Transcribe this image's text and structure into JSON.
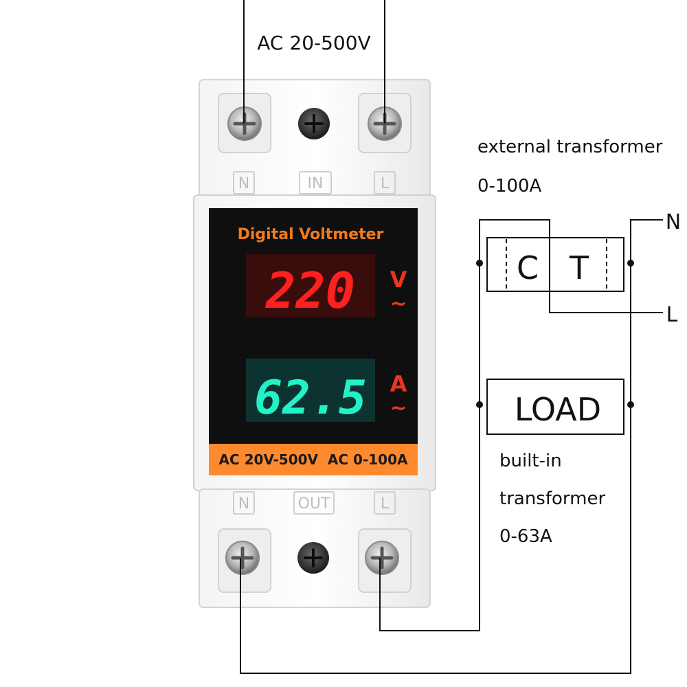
{
  "supply": {
    "range_label": "AC 20-500V"
  },
  "device": {
    "title": "Digital Voltmeter",
    "voltage_reading": "220",
    "voltage_unit": "V",
    "voltage_ac_symbol": "~",
    "current_reading": "62.5",
    "current_unit": "A",
    "current_ac_symbol": "~",
    "spec_label": "AC 20V-500V  AC 0-100A",
    "top_terminals": [
      "N",
      "IN",
      "L"
    ],
    "bottom_terminals": [
      "N",
      "OUT",
      "L"
    ]
  },
  "external": {
    "line1": "external transformer",
    "line2": "0-100A"
  },
  "ct": {
    "left_letter": "C",
    "right_letter": "T"
  },
  "load": {
    "label": "LOAD"
  },
  "builtin": {
    "line1": "built-in",
    "line2": "transformer",
    "line3": "0-63A"
  },
  "wires": {
    "neutral_label": "N",
    "line_label": "L"
  },
  "colors": {
    "voltage_display": "#ff2020",
    "current_display": "#22f2c8",
    "title_text": "#f07a1e",
    "spec_band": "#ff8a2e",
    "unit_symbols": "#e8371e"
  }
}
